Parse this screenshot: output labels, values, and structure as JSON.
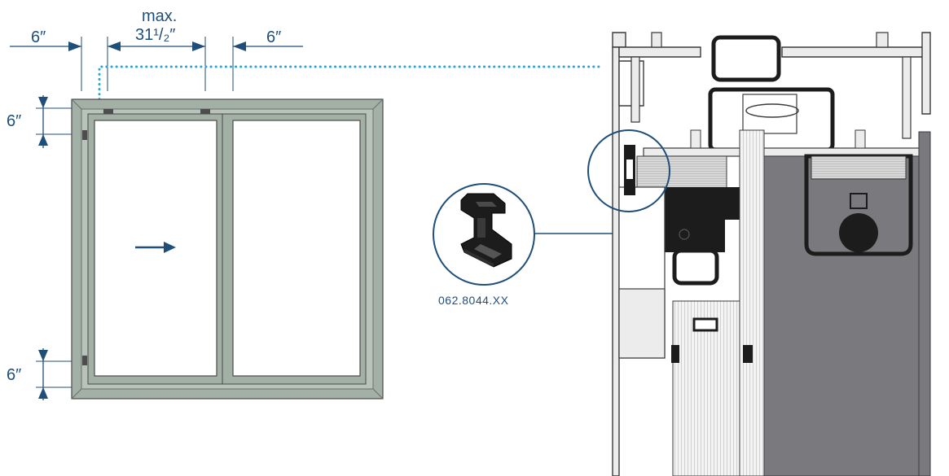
{
  "dimensions": {
    "left_margin": "6″",
    "max_label": "max.",
    "max_value": "31¹/₂″",
    "right_margin": "6″",
    "top_offset": "6″",
    "bottom_offset": "6″"
  },
  "detail": {
    "part_number": "062.8044.XX"
  },
  "colors": {
    "dimension_blue": "#1f4e79",
    "dotted_cyan": "#2ba3d6",
    "frame_fill": "#a3b0a6",
    "glass_dark": "#7a7a7e",
    "profile_stroke": "#3a3a3a",
    "gasket_black": "#1c1c1c"
  },
  "icons": {
    "slide_direction": "arrow-right-icon"
  }
}
